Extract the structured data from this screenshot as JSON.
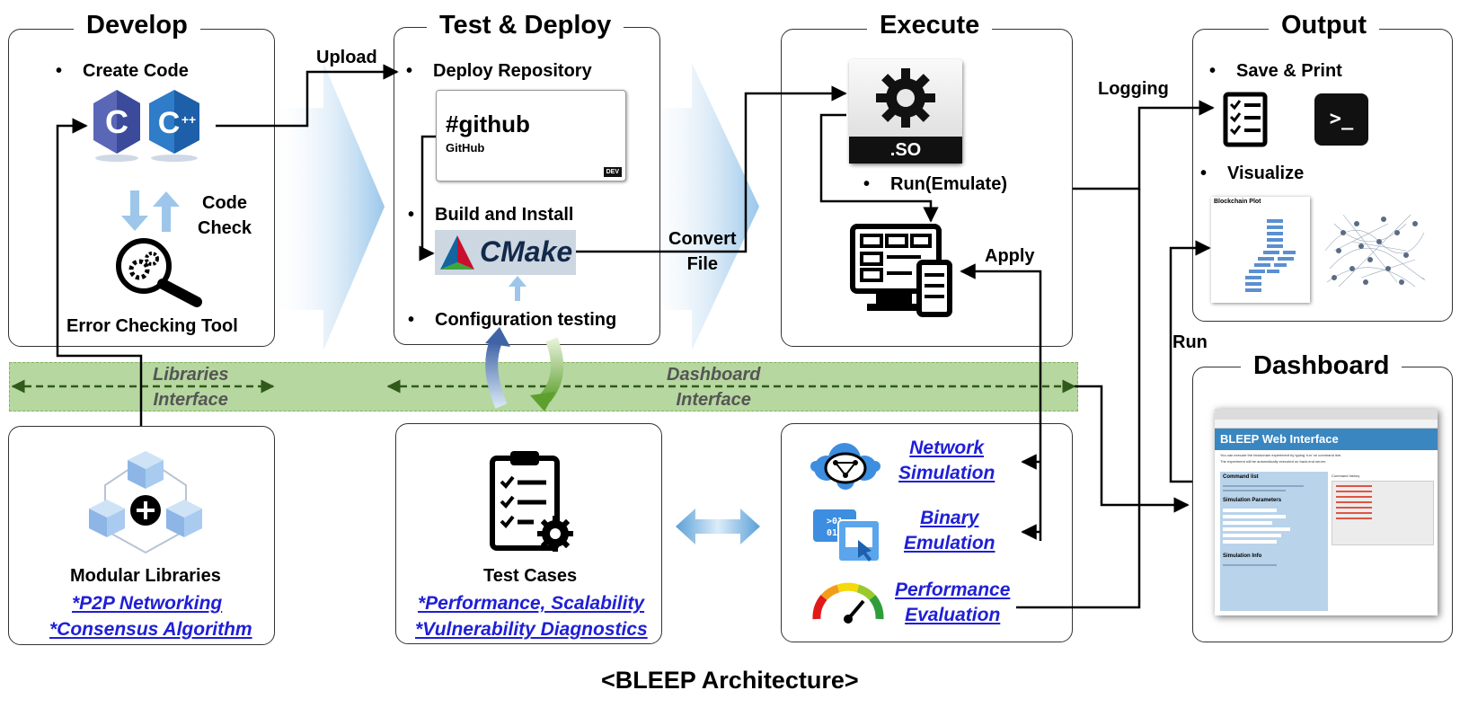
{
  "panels": {
    "develop": {
      "title": "Develop",
      "create_code": "Create Code",
      "code_check": "Code\nCheck",
      "error_tool": "Error Checking Tool"
    },
    "test_deploy": {
      "title": "Test & Deploy",
      "deploy_repo": "Deploy Repository",
      "github_tag": "#github",
      "github_sub": "GitHub",
      "dev_badge": "DEV",
      "build_install": "Build and Install",
      "cmake": "CMake",
      "config_testing": "Configuration testing"
    },
    "execute": {
      "title": "Execute",
      "so_label": ".SO",
      "run_emulate": "Run(Emulate)"
    },
    "output": {
      "title": "Output",
      "save_print": "Save & Print",
      "visualize": "Visualize",
      "plot_title": "Blockchain Plot"
    },
    "dashboard": {
      "title": "Dashboard",
      "web_title": "BLEEP Web Interface",
      "web_intro": "You can execute the blockchain experiment by typing 'run' on command line.",
      "web_intro2": "The experiment will be automatically executed on back-end server.",
      "command_list": "Command list",
      "sim_params": "Simulation Parameters",
      "sim_info": "Simulation Info",
      "command_history": "Command history"
    },
    "libraries": {
      "title": "Modular Libraries",
      "p2p": "*P2P Networking",
      "consensus": "*Consensus Algorithm"
    },
    "testcases": {
      "title": "Test Cases",
      "perf": "*Performance, Scalability",
      "vuln": "*Vulnerability Diagnostics"
    },
    "sim": {
      "network": "Network\nSimulation",
      "binary": "Binary\nEmulation",
      "performance": "Performance\nEvaluation"
    }
  },
  "flows": {
    "upload": "Upload",
    "convert_file": "Convert\nFile",
    "logging": "Logging",
    "apply": "Apply",
    "run": "Run"
  },
  "band": {
    "libraries_interface": "Libraries\nInterface",
    "dashboard_interface": "Dashboard\nInterface"
  },
  "caption": "<BLEEP Architecture>",
  "colors": {
    "band_fill": "#b6d7a0",
    "band_border": "#8bbd6a",
    "link": "#1f1fd6",
    "arrow_blue": "#a9cce9"
  }
}
